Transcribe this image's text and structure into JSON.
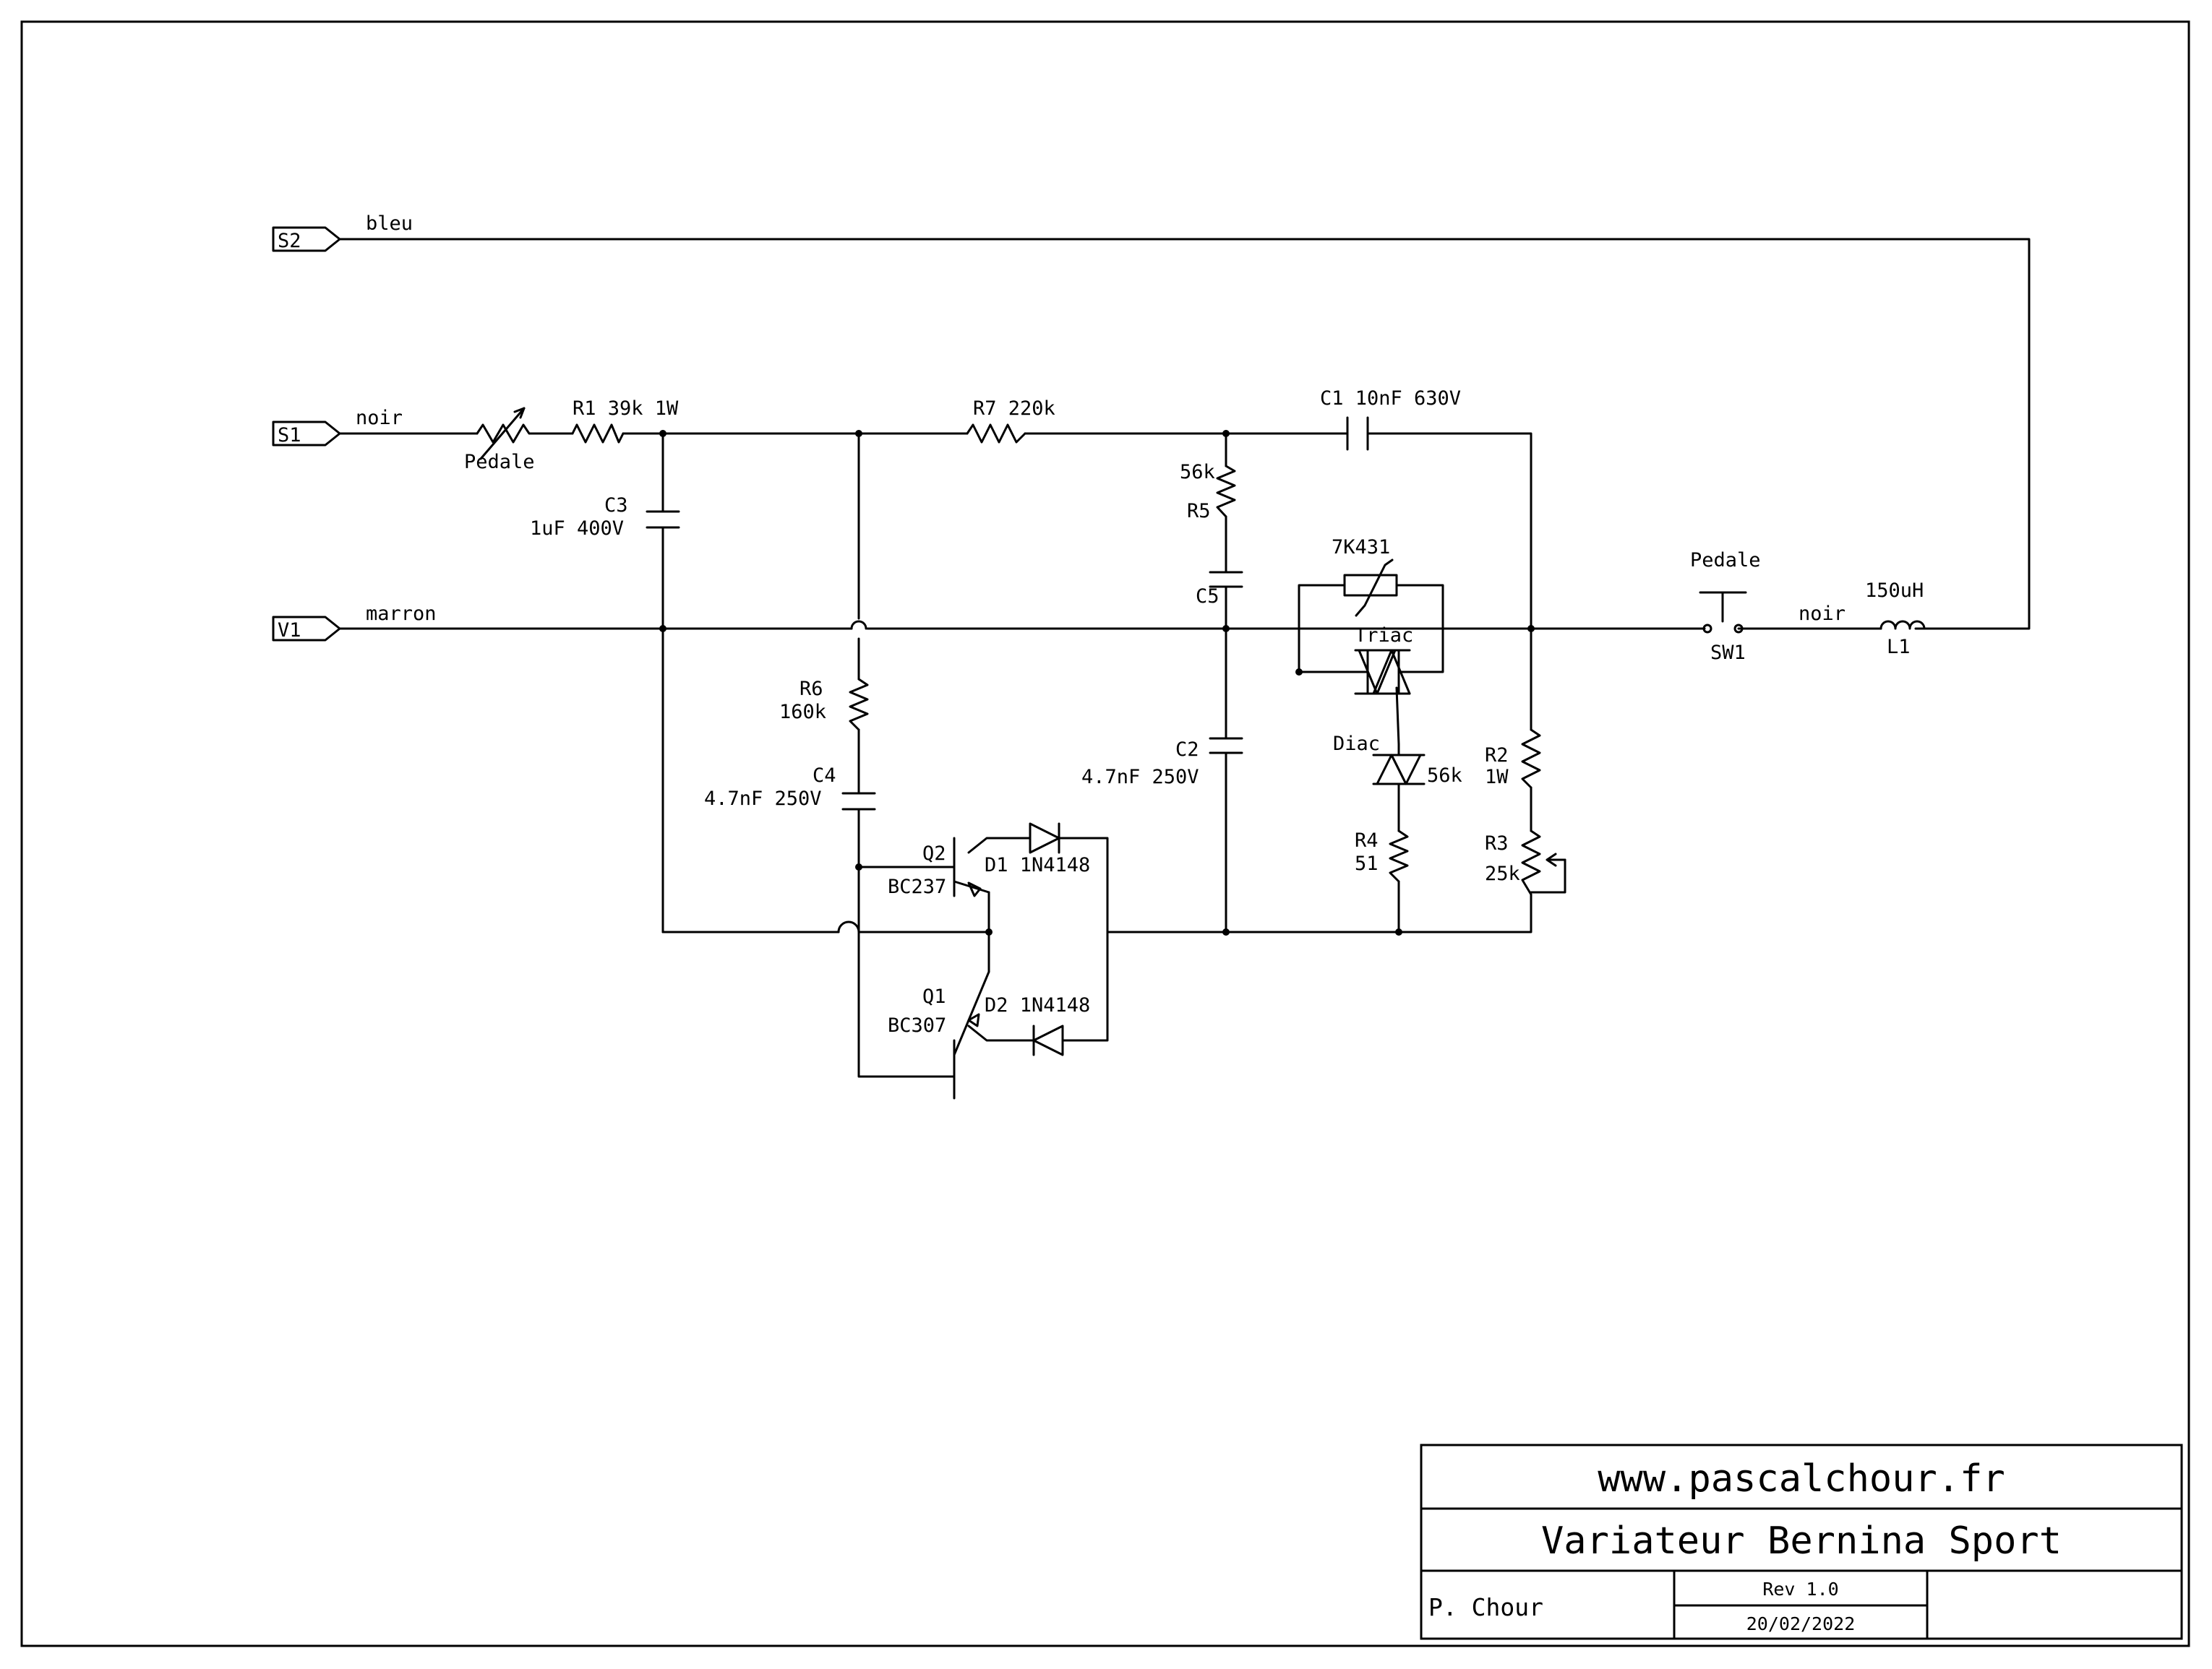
{
  "ports": {
    "s2": "S2",
    "s1": "S1",
    "v1": "V1"
  },
  "wires": {
    "bleu": "bleu",
    "noir_in": "noir",
    "marron": "marron",
    "noir_out": "noir"
  },
  "components": {
    "pot_pedale": "Pedale",
    "r1": "R1 39k 1W",
    "r7": "R7 220k",
    "c1": "C1  10nF 630V",
    "c3_name": "C3",
    "c3_value": "1uF 400V",
    "r5_value": "56k",
    "r5_name": "R5",
    "c5": "C5",
    "varistor": "7K431",
    "triac": "Triac",
    "diac": "Diac",
    "diac_res": "56k",
    "r4_name": "R4",
    "r4_value": "51",
    "r2_name": "R2",
    "r2_value": "1W",
    "r3_name": "R3",
    "r3_value": "25k",
    "r6_name": "R6",
    "r6_value": "160k",
    "c4_name": "C4",
    "c4_value": "4.7nF 250V",
    "c2_name": "C2",
    "c2_value": "4.7nF 250V",
    "q2_name": "Q2",
    "q2_type": "BC237",
    "q1_name": "Q1",
    "q1_type": "BC307",
    "d1": "D1 1N4148",
    "d2": "D2 1N4148",
    "switch_label": "Pedale",
    "sw1": "SW1",
    "inductor_value": "150uH",
    "l1": "L1"
  },
  "title_block": {
    "website": "www.pascalchour.fr",
    "title": "Variateur Bernina Sport",
    "author": "P. Chour",
    "revision": "Rev 1.0",
    "date": "20/02/2022"
  }
}
